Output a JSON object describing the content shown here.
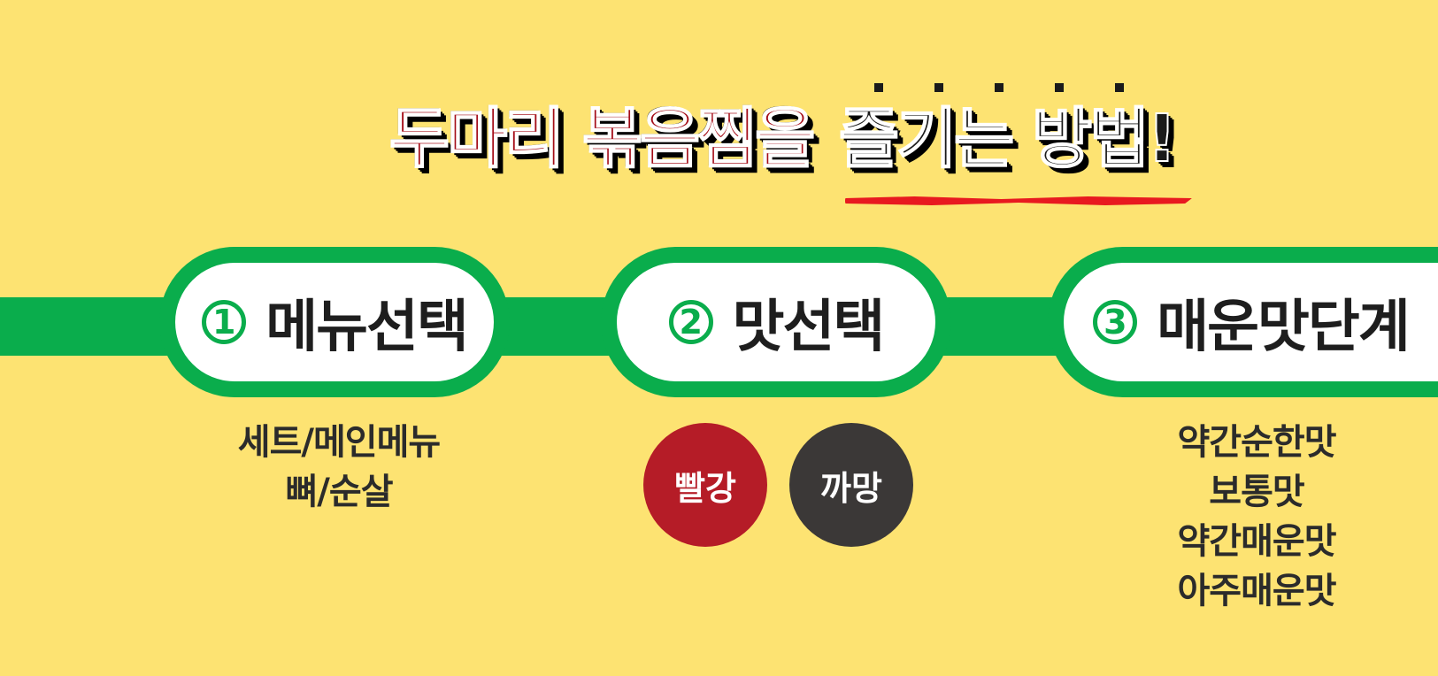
{
  "title": {
    "part1": "두마리 볶음찜을",
    "part2": "즐기는 방법!"
  },
  "steps": [
    {
      "number": "1",
      "label": "메뉴선택"
    },
    {
      "number": "2",
      "label": "맛선택"
    },
    {
      "number": "3",
      "label": "매운맛단계"
    }
  ],
  "menu_options": [
    "세트/메인메뉴",
    "뼈/순살"
  ],
  "flavors": [
    {
      "label": "빨강",
      "color": "#b51c27"
    },
    {
      "label": "까망",
      "color": "#3b3837"
    }
  ],
  "spice_levels": [
    "약간순한맛",
    "보통맛",
    "약간매운맛",
    "아주매운맛"
  ],
  "colors": {
    "background": "#fde372",
    "accent_green": "#0aad4c",
    "title_red": "#a40d18",
    "underline_red": "#e8191f"
  }
}
